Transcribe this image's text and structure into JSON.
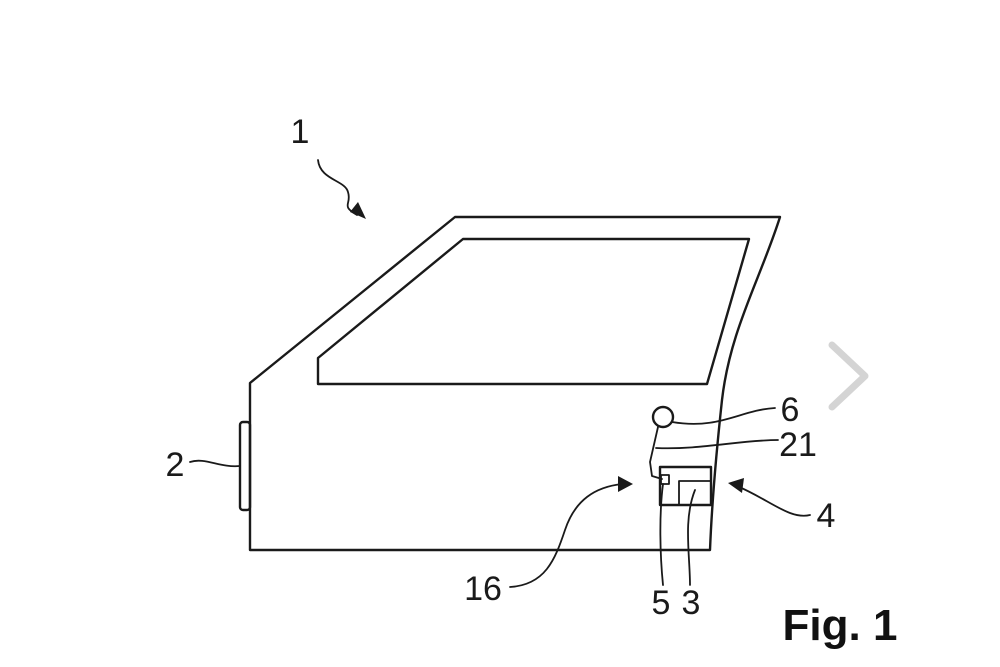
{
  "figure": {
    "caption": "Fig. 1",
    "labels": {
      "door": "1",
      "hinge": "2",
      "unit": "3",
      "lock": "4",
      "sensor": "5",
      "handle": "6",
      "opening": "16",
      "connector": "21"
    }
  },
  "nav": {
    "next_icon": "chevron-right-icon"
  }
}
